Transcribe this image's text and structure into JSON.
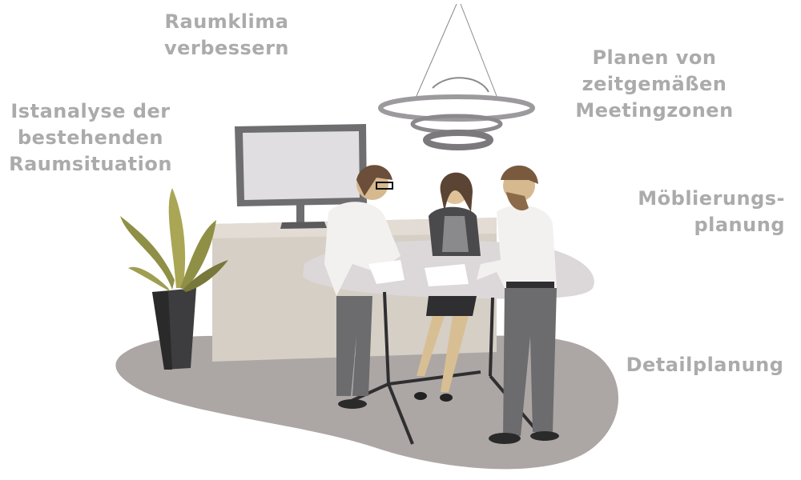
{
  "labels": {
    "raumklima": [
      "Raumklima",
      "verbessern"
    ],
    "istanalyse": [
      "Istanalyse der",
      "bestehenden",
      "Raumsituation"
    ],
    "meetingzonen": [
      "Planen von",
      "zeitgemäßen",
      "Meetingzonen"
    ],
    "moeblierung": [
      "Möblierungs-",
      "planung"
    ],
    "detail": [
      "Detailplanung"
    ]
  },
  "colors": {
    "label_text": "#ababab",
    "floor": "#aca7a4",
    "cabinet": "#d6cfc6",
    "table": "#dcd8da",
    "plant": "#9c9a4a"
  }
}
